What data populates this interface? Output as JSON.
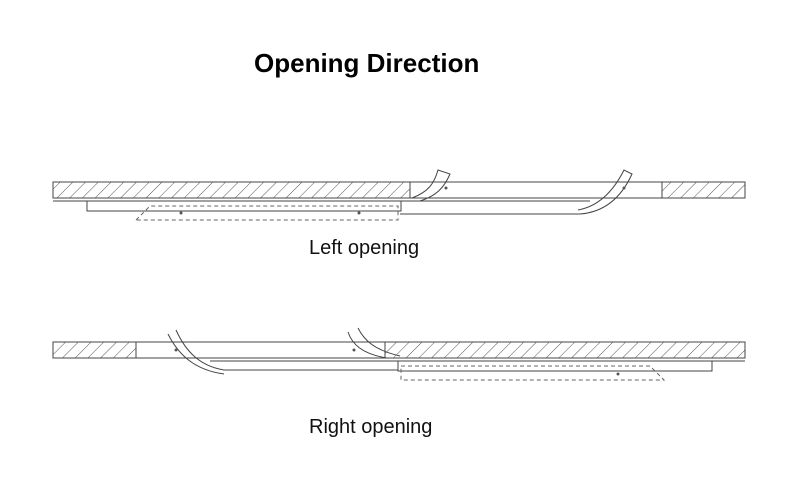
{
  "title": "Opening Direction",
  "diagrams": [
    {
      "id": "left",
      "caption": "Left opening"
    },
    {
      "id": "right",
      "caption": "Right opening"
    }
  ],
  "colors": {
    "line": "#444444",
    "hatch": "#555555",
    "text": "#000000"
  }
}
